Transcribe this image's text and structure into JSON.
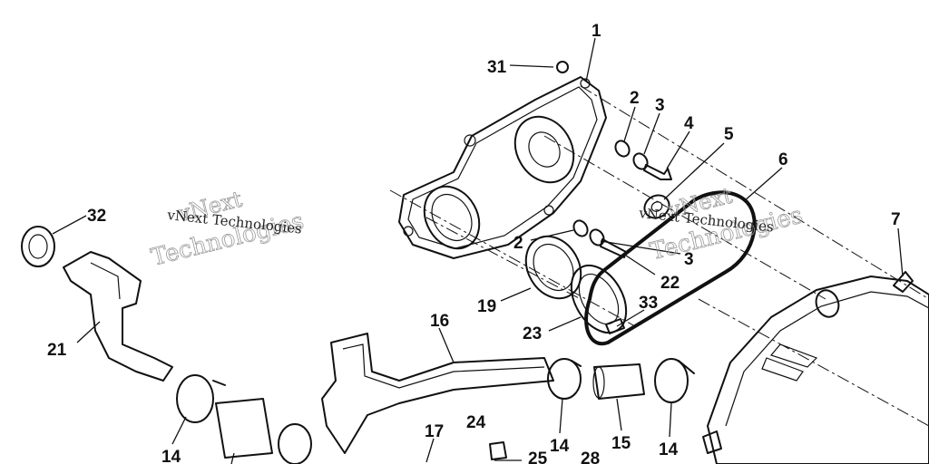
{
  "callouts": {
    "c1": "1",
    "c2a": "2",
    "c3a": "3",
    "c4": "4",
    "c5": "5",
    "c6": "6",
    "c7": "7",
    "c2b": "2",
    "c3b": "3",
    "c22": "22",
    "c31": "31",
    "c32": "32",
    "c21": "21",
    "c19": "19",
    "c23": "23",
    "c33": "33",
    "c16": "16",
    "c14a": "14",
    "c14b": "14",
    "c14c": "14",
    "c15": "15",
    "c17": "17",
    "c24": "24",
    "c25": "25",
    "c28": "28"
  },
  "watermark": {
    "line1": "vNext",
    "line2": "Technologies",
    "caption": "vNext Technologies"
  }
}
